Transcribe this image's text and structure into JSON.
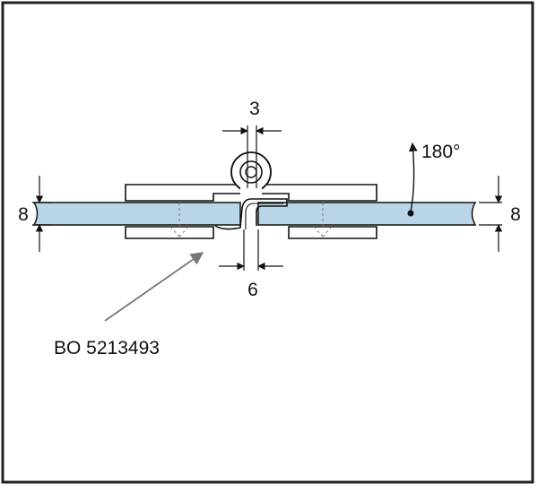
{
  "dimensions": {
    "top_gap": "3",
    "bottom_gap": "6",
    "left_thickness": "8",
    "right_thickness": "8",
    "rotation_angle": "180°"
  },
  "callout": {
    "part_number": "BO 5213493"
  },
  "colors": {
    "glass": "#b9d6e8",
    "line": "#111111",
    "leader": "#777777",
    "frame": "#222222",
    "background": "#ffffff"
  }
}
